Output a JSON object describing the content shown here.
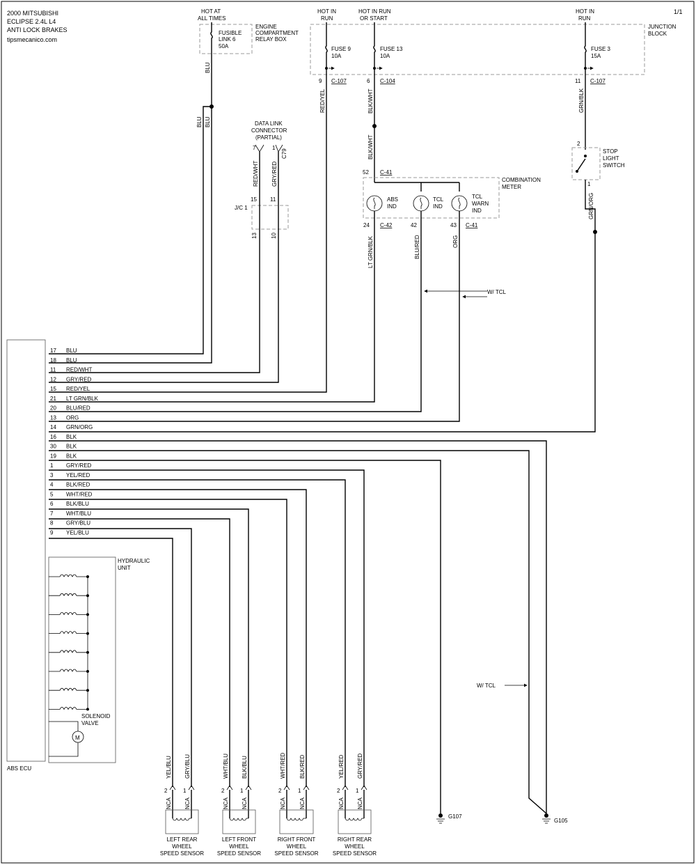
{
  "header": {
    "line1": "2000 MITSUBISHI",
    "line2": "ECLIPSE  2.4L  L4",
    "line3": "ANTI LOCK BRAKES",
    "source": "tipsmecanico.com",
    "page": "1/1"
  },
  "power": {
    "hot_at": "HOT AT",
    "all_times": "ALL TIMES",
    "hot_in": "HOT IN",
    "run": "RUN",
    "hot_in_run": "HOT IN RUN",
    "or_start": "OR START",
    "hot_in_3": "HOT IN",
    "run_3": "RUN"
  },
  "relay_box": {
    "label1": "ENGINE",
    "label2": "COMPARTMENT",
    "label3": "RELAY BOX",
    "fuse1": "FUSIBLE",
    "fuse2": "LINK 6",
    "fuse3": "50A"
  },
  "junction_block": {
    "label1": "JUNCTION",
    "label2": "BLOCK",
    "fuse9": "FUSE 9",
    "fuse9_amp": "10A",
    "fuse13": "FUSE 13",
    "fuse13_amp": "10A",
    "fuse3": "FUSE 3",
    "fuse3_amp": "15A",
    "pin9": "9",
    "c107a": "C-107",
    "pin6": "6",
    "c104": "C-104",
    "pin11": "11",
    "c107b": "C-107"
  },
  "dlc": {
    "l1": "DATA LINK",
    "l2": "CONNECTOR",
    "l3": "(PARTIAL)",
    "pin7": "7",
    "pin1": "1",
    "conn": "C79",
    "wire_a": "RED/WHT",
    "wire_b": "GRY/RED"
  },
  "jc": {
    "label": "J/C 1",
    "p15": "15",
    "p11": "11",
    "p13": "13",
    "p10": "10"
  },
  "meter": {
    "label1": "COMBINATION",
    "label2": "METER",
    "pin52": "52",
    "c41a": "C-41",
    "abs1": "ABS",
    "abs2": "IND",
    "tcl1": "TCL",
    "tcl2": "IND",
    "tw1": "TCL",
    "tw2": "WARN",
    "tw3": "IND",
    "pin24": "24",
    "c42": "C-42",
    "pin42": "42",
    "pin43": "43",
    "c41b": "C-41",
    "w_tcl": "W/ TCL"
  },
  "stop_switch": {
    "l1": "STOP",
    "l2": "LIGHT",
    "l3": "SWITCH",
    "pin2": "2",
    "pin1": "1"
  },
  "wires_vertical": {
    "blu": "BLU",
    "red_yel": "RED/YEL",
    "blk_wht": "BLK/WHT",
    "grn_blk": "GRN/BLK",
    "lt_grn_blk": "LT GRN/BLK",
    "blu_red": "BLU/RED",
    "org": "ORG",
    "grn_org": "GRN/ORG"
  },
  "ecu": {
    "label": "ABS ECU",
    "pins": [
      {
        "pin": "17",
        "wire": "BLU"
      },
      {
        "pin": "18",
        "wire": "BLU"
      },
      {
        "pin": "11",
        "wire": "RED/WHT"
      },
      {
        "pin": "12",
        "wire": "GRY/RED"
      },
      {
        "pin": "15",
        "wire": "RED/YEL"
      },
      {
        "pin": "21",
        "wire": "LT GRN/BLK"
      },
      {
        "pin": "20",
        "wire": "BLU/RED"
      },
      {
        "pin": "13",
        "wire": "ORG"
      },
      {
        "pin": "14",
        "wire": "GRN/ORG"
      },
      {
        "pin": "16",
        "wire": "BLK"
      },
      {
        "pin": "30",
        "wire": "BLK"
      },
      {
        "pin": "19",
        "wire": "BLK"
      },
      {
        "pin": "1",
        "wire": "GRY/RED"
      },
      {
        "pin": "3",
        "wire": "YEL/RED"
      },
      {
        "pin": "4",
        "wire": "BLK/RED"
      },
      {
        "pin": "5",
        "wire": "WHT/RED"
      },
      {
        "pin": "6",
        "wire": "BLK/BLU"
      },
      {
        "pin": "7",
        "wire": "WHT/BLU"
      },
      {
        "pin": "8",
        "wire": "GRY/BLU"
      },
      {
        "pin": "9",
        "wire": "YEL/BLU"
      }
    ]
  },
  "hydraulic": {
    "l1": "HYDRAULIC",
    "l2": "UNIT",
    "sol1": "SOLENOID",
    "sol2": "VALVE",
    "motor": "M"
  },
  "sensors": [
    {
      "wire2": "YEL/BLU",
      "wire1": "GRY/BLU",
      "l1": "LEFT REAR",
      "l2": "WHEEL",
      "l3": "SPEED SENSOR"
    },
    {
      "wire2": "WHT/BLU",
      "wire1": "BLK/BLU",
      "l1": "LEFT FRONT",
      "l2": "WHEEL",
      "l3": "SPEED SENSOR"
    },
    {
      "wire2": "WHT/RED",
      "wire1": "BLK/RED",
      "l1": "RIGHT FRONT",
      "l2": "WHEEL",
      "l3": "SPEED SENSOR"
    },
    {
      "wire2": "YEL/RED",
      "wire1": "GRY/RED",
      "l1": "RIGHT REAR",
      "l2": "WHEEL",
      "l3": "SPEED SENSOR"
    }
  ],
  "sensor_common": {
    "p2": "2",
    "p1": "1",
    "nca": "NCA"
  },
  "grounds": {
    "g107": "G107",
    "g105": "G105",
    "w_tcl": "W/ TCL"
  }
}
